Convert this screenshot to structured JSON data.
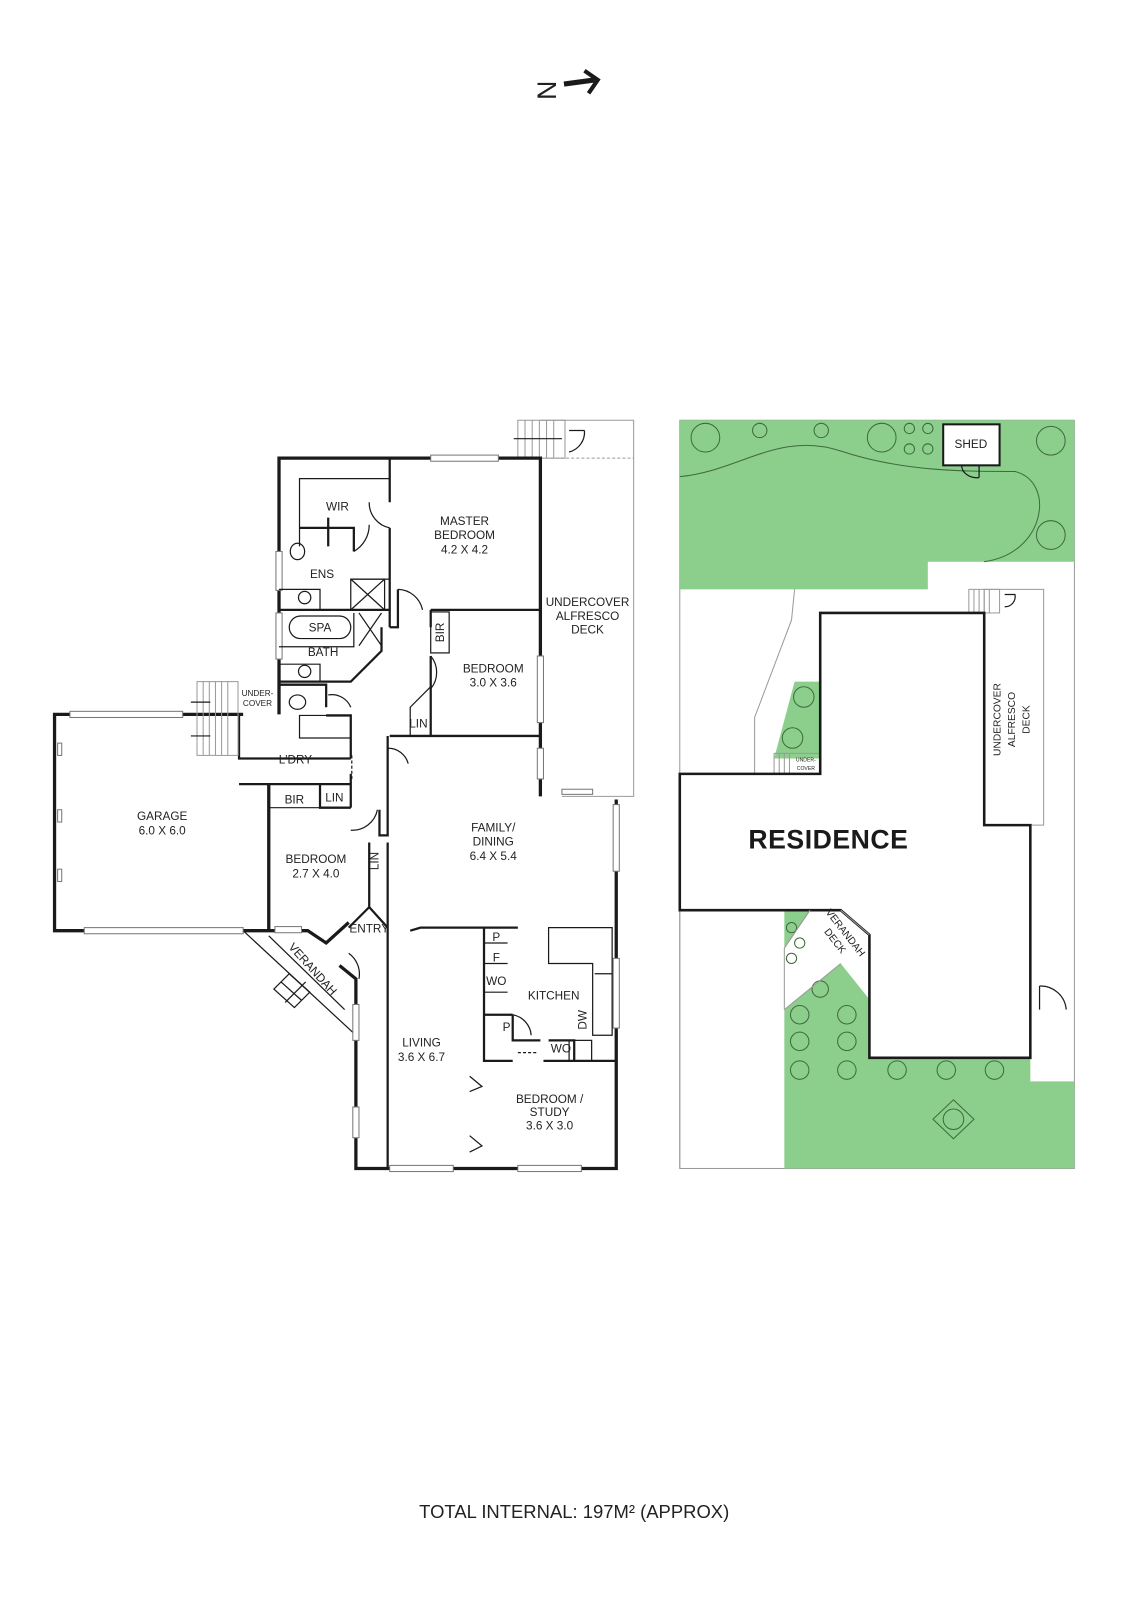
{
  "compass": {
    "label": "N"
  },
  "floor_plan": {
    "rooms": [
      {
        "id": "wir",
        "name": "WIR",
        "dims": ""
      },
      {
        "id": "master",
        "name": "MASTER BEDROOM",
        "line1": "MASTER",
        "line2": "BEDROOM",
        "dims": "4.2 X 4.2"
      },
      {
        "id": "ens",
        "name": "ENS",
        "dims": ""
      },
      {
        "id": "spa",
        "name": "SPA",
        "dims": ""
      },
      {
        "id": "bath",
        "name": "BATH",
        "dims": ""
      },
      {
        "id": "bir1",
        "name": "BIR",
        "dims": ""
      },
      {
        "id": "bed2",
        "name": "BEDROOM",
        "dims": "3.0 X 3.6"
      },
      {
        "id": "lin1",
        "name": "LIN",
        "dims": ""
      },
      {
        "id": "alfresco",
        "line1": "UNDERCOVER",
        "line2": "ALFRESCO",
        "line3": "DECK"
      },
      {
        "id": "undercover",
        "line1": "UNDER-",
        "line2": "COVER"
      },
      {
        "id": "ldry",
        "name": "L'DRY",
        "dims": ""
      },
      {
        "id": "garage",
        "name": "GARAGE",
        "dims": "6.0 X 6.0"
      },
      {
        "id": "bir2",
        "name": "BIR",
        "dims": ""
      },
      {
        "id": "lin2",
        "name": "LIN",
        "dims": ""
      },
      {
        "id": "bed3",
        "name": "BEDROOM",
        "dims": "2.7 X 4.0"
      },
      {
        "id": "lin3",
        "name": "LIN",
        "dims": ""
      },
      {
        "id": "family",
        "line1": "FAMILY/",
        "line2": "DINING",
        "dims": "6.4 X 5.4"
      },
      {
        "id": "entry",
        "name": "ENTRY",
        "dims": ""
      },
      {
        "id": "verandah",
        "name": "VERANDAH",
        "dims": ""
      },
      {
        "id": "pantry1",
        "name": "P"
      },
      {
        "id": "fridge",
        "name": "F"
      },
      {
        "id": "wo1",
        "name": "WO"
      },
      {
        "id": "kitchen",
        "name": "KITCHEN"
      },
      {
        "id": "pantry2",
        "name": "P"
      },
      {
        "id": "dw",
        "name": "DW"
      },
      {
        "id": "wo2",
        "name": "WO"
      },
      {
        "id": "living",
        "name": "LIVING",
        "dims": "3.6 X 6.7"
      },
      {
        "id": "study",
        "line1": "BEDROOM /",
        "line2": "STUDY",
        "dims": "3.6 X 3.0"
      }
    ]
  },
  "site_plan": {
    "shed": "SHED",
    "residence": "RESIDENCE",
    "alfresco": {
      "line1": "UNDERCOVER",
      "line2": "ALFRESCO",
      "line3": "DECK"
    },
    "undercover": {
      "line1": "UNDER-",
      "line2": "COVER"
    },
    "verandah": {
      "line1": "VERANDAH",
      "line2": "DECK"
    },
    "lawn_color": "#8ccf8c"
  },
  "footer": {
    "total_internal": "TOTAL INTERNAL:  197M² (APPROX)"
  }
}
